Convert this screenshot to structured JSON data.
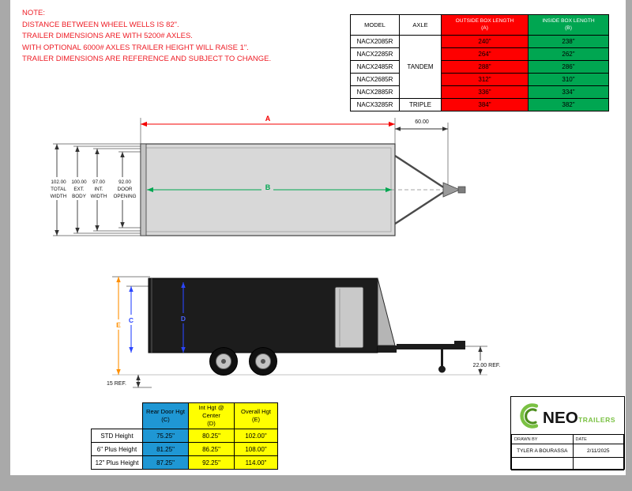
{
  "colors": {
    "note_red": "#ee1c25",
    "table_red": "#fe0000",
    "table_green": "#00a651",
    "table_blue": "#1f97d4",
    "table_yellow": "#ffff00",
    "dim_red": "#f40000",
    "dim_green": "#00a651",
    "dim_blue": "#2b46ff",
    "dim_orange": "#ff8f00",
    "brand_green": "#7ac143"
  },
  "note": {
    "title": "NOTE:",
    "lines": [
      "DISTANCE BETWEEN WHEEL WELLS IS 82\".",
      "TRAILER DIMENSIONS ARE WITH 5200# AXLES.",
      "WITH OPTIONAL 6000# AXLES TRAILER HEIGHT WILL RAISE 1\".",
      "TRAILER DIMENSIONS ARE REFERENCE AND SUBJECT TO CHANGE."
    ]
  },
  "model_table": {
    "col_model": "MODEL",
    "col_axle": "AXLE",
    "col_outside_1": "OUTSIDE BOX LENGTH",
    "col_outside_2": "(A)",
    "col_inside_1": "INSIDE BOX LENGTH",
    "col_inside_2": "(B)",
    "axle_tandem": "TANDEM",
    "axle_triple": "TRIPLE",
    "rows": [
      {
        "model": "NACX2085R",
        "outside": "240\"",
        "inside": "238\""
      },
      {
        "model": "NACX2285R",
        "outside": "264\"",
        "inside": "262\""
      },
      {
        "model": "NACX2485R",
        "outside": "288\"",
        "inside": "286\""
      },
      {
        "model": "NACX2685R",
        "outside": "312\"",
        "inside": "310\""
      },
      {
        "model": "NACX2885R",
        "outside": "336\"",
        "inside": "334\""
      },
      {
        "model": "NACX3285R",
        "outside": "384\"",
        "inside": "382\""
      }
    ]
  },
  "top_view": {
    "dim_a": "A",
    "dim_b": "B",
    "tongue_dim": "60.00",
    "width_dims": [
      {
        "value": "102.00",
        "line1": "TOTAL",
        "line2": "WIDTH"
      },
      {
        "value": "100.00",
        "line1": "EXT.",
        "line2": "BODY"
      },
      {
        "value": "97.00",
        "line1": "INT.",
        "line2": "WIDTH"
      },
      {
        "value": "92.00",
        "line1": "DOOR",
        "line2": "OPENING"
      }
    ]
  },
  "side_view": {
    "dim_c": "C",
    "dim_d": "D",
    "dim_e": "E",
    "ref_coupler": "22.00 REF.",
    "ref_bottom": "15 REF."
  },
  "height_table": {
    "col_c_1": "Rear Door Hgt",
    "col_c_2": "(C)",
    "col_d_1": "Int Hgt @ Center",
    "col_d_2": "(D)",
    "col_e_1": "Overall Hgt",
    "col_e_2": "(E)",
    "rows": [
      {
        "label": "STD Height",
        "c": "75.25\"",
        "d": "80.25\"",
        "e": "102.00\""
      },
      {
        "label": "6\" Plus Height",
        "c": "81.25\"",
        "d": "86.25\"",
        "e": "108.00\""
      },
      {
        "label": "12\" Plus Height",
        "c": "87.25\"",
        "d": "92.25\"",
        "e": "114.00\""
      }
    ]
  },
  "title_block": {
    "brand": "NEO",
    "brand_sub": "TRAILERS",
    "drawn_by_label": "DRAWN BY",
    "drawn_by": "TYLER A BOURASSA",
    "date_label": "DATE",
    "date": "2/11/2025"
  }
}
